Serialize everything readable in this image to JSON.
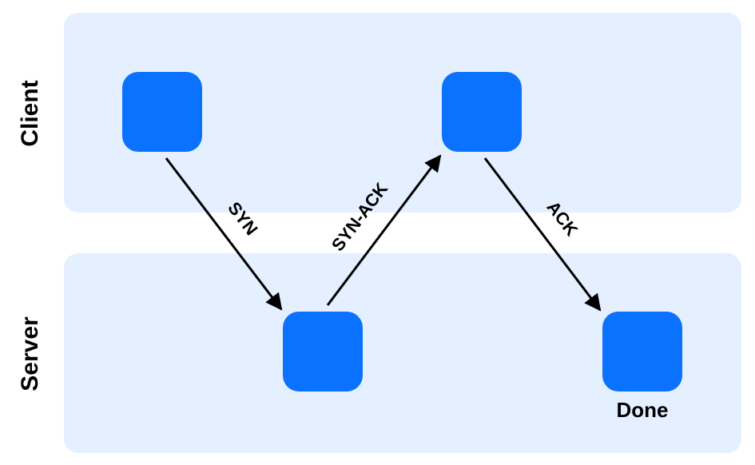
{
  "lanes": {
    "client": {
      "label": "Client"
    },
    "server": {
      "label": "Server"
    }
  },
  "messages": {
    "syn": "SYN",
    "syn_ack": "SYN-ACK",
    "ack": "ACK"
  },
  "nodes": {
    "final_label": "Done"
  },
  "colors": {
    "lane_background": "#e4f0ff",
    "node_fill": "#0a72ff",
    "arrow": "#000000"
  }
}
